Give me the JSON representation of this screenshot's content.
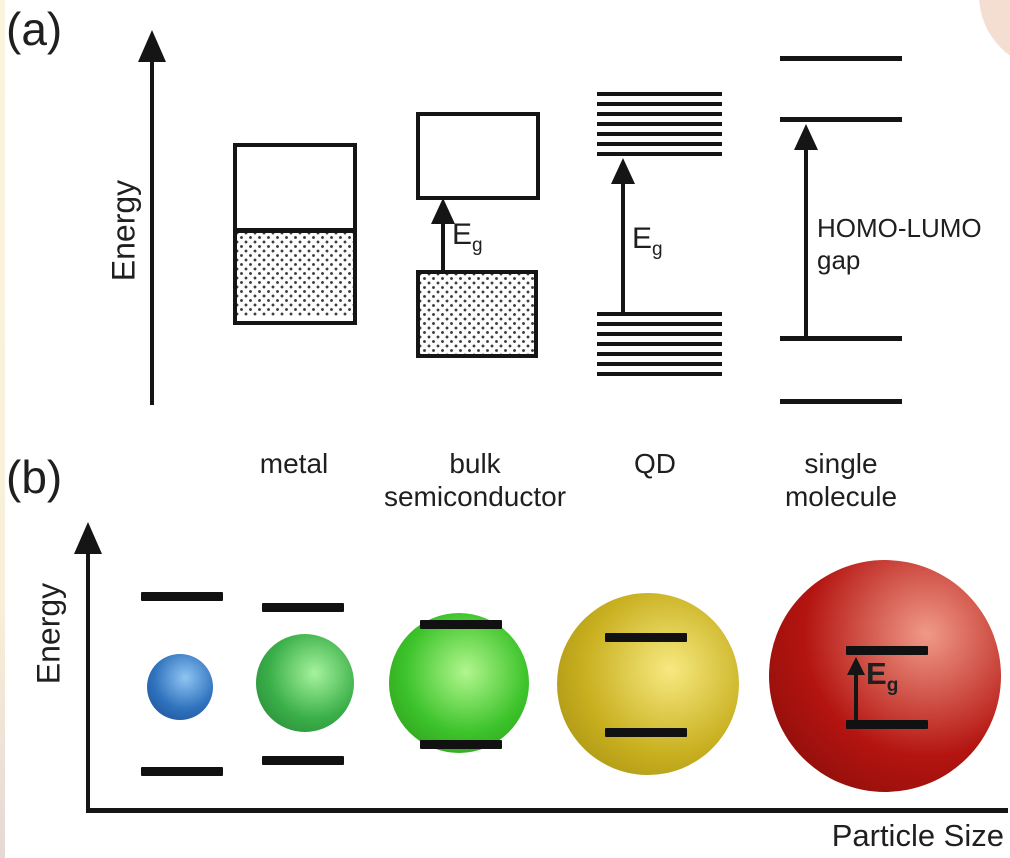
{
  "panel_a": {
    "label": "(a)",
    "y_axis_label": "Energy",
    "systems": [
      {
        "name": "metal",
        "label": "metal"
      },
      {
        "name": "bulk-semiconductor",
        "label": "bulk semiconductor",
        "eg_symbol": "E",
        "eg_subscript": "g"
      },
      {
        "name": "quantum-dot",
        "label": "QD",
        "eg_symbol": "E",
        "eg_subscript": "g",
        "upper_levels": 7,
        "lower_levels": 7
      },
      {
        "name": "single-molecule",
        "label": "single molecule",
        "gap_line1": "HOMO-LUMO",
        "gap_line2": "gap"
      }
    ]
  },
  "panel_b": {
    "label": "(b)",
    "y_axis_label": "Energy",
    "x_axis_label": "Particle Size",
    "eg_symbol": "E",
    "eg_subscript": "g",
    "spheres": [
      {
        "name": "smallest-particle-blue",
        "base": "#2f72bd",
        "highlight": "#90c5f2",
        "dark": "#1b4b90",
        "hx": "58%",
        "hy": "36%"
      },
      {
        "name": "small-particle-green",
        "base": "#3aaf48",
        "highlight": "#a6f29e",
        "dark": "#277f35",
        "hx": "60%",
        "hy": "40%"
      },
      {
        "name": "medium-particle-green",
        "base": "#3cc32a",
        "highlight": "#b2f68e",
        "dark": "#2a9117",
        "hx": "55%",
        "hy": "42%"
      },
      {
        "name": "large-particle-yellow",
        "base": "#c9b020",
        "highlight": "#f6e980",
        "dark": "#9d8a0e",
        "hx": "62%",
        "hy": "42%"
      },
      {
        "name": "largest-particle-red",
        "base": "#b41410",
        "highlight": "#f09a88",
        "dark": "#7c0c09",
        "hx": "68%",
        "hy": "32%"
      }
    ]
  },
  "colors": {
    "diagram_ink": "#151515",
    "left_edge_strip": "#f9f2da",
    "corner_accent": "#f3ded1"
  }
}
